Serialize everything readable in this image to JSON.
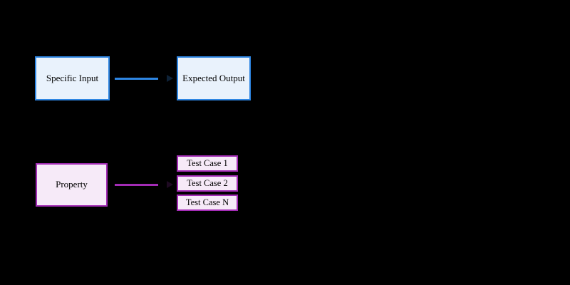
{
  "canvas": {
    "background": "#000000"
  },
  "example_flow": {
    "input_label": "Specific Input",
    "output_label": "Expected Output",
    "accent_color": "#2e86e3",
    "fill_color": "#e9f2fc"
  },
  "property_flow": {
    "property_label": "Property",
    "accent_color": "#a32cb5",
    "fill_color": "#f6eaf8",
    "test_cases": [
      "Test Case 1",
      "Test Case 2",
      "Test Case N"
    ]
  }
}
